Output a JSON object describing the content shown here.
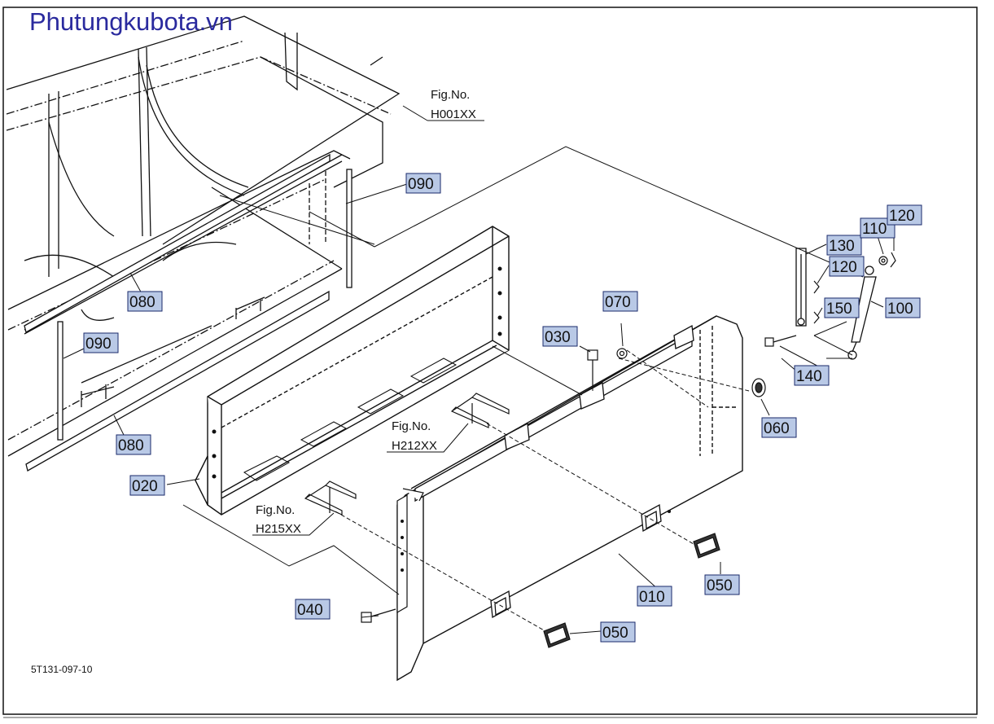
{
  "watermark": "Phutungkubota.vn",
  "drawing_code": "5T131-097-10",
  "fig_refs": [
    {
      "fig": "Fig.No.",
      "code": "H001XX"
    },
    {
      "fig": "Fig.No.",
      "code": "H212XX"
    },
    {
      "fig": "Fig.No.",
      "code": "H215XX"
    }
  ],
  "parts": [
    "010",
    "020",
    "030",
    "040",
    "050",
    "050",
    "060",
    "070",
    "080",
    "080",
    "090",
    "090",
    "100",
    "110",
    "120",
    "120",
    "130",
    "140",
    "150"
  ],
  "colors": {
    "label_box_fill": "#b9c9e6",
    "label_box_stroke": "#1a2a6b",
    "watermark": "#2a2a9e",
    "line": "#111111"
  }
}
